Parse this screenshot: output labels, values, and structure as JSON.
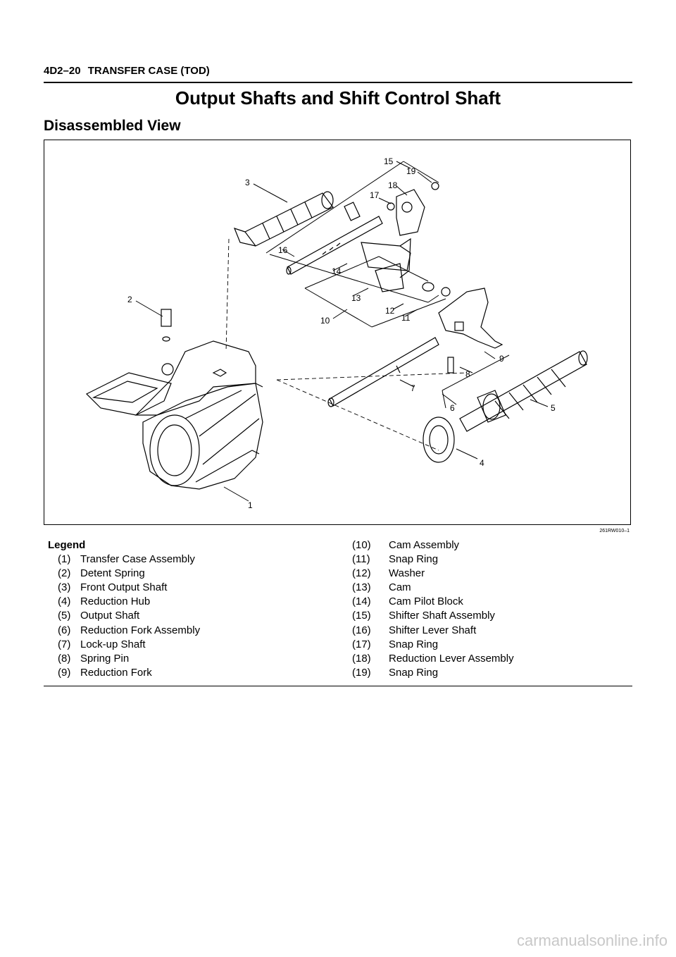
{
  "header": {
    "code": "4D2–20",
    "section": "TRANSFER CASE (TOD)"
  },
  "title": "Output Shafts and Shift Control Shaft",
  "subtitle": "Disassembled View",
  "figure": {
    "code": "261RW010–1",
    "callouts": [
      "1",
      "2",
      "3",
      "4",
      "5",
      "6",
      "7",
      "8",
      "9",
      "10",
      "11",
      "12",
      "13",
      "14",
      "15",
      "16",
      "17",
      "18",
      "19"
    ]
  },
  "legend": {
    "heading": "Legend",
    "left": [
      {
        "num": "(1)",
        "label": "Transfer Case Assembly"
      },
      {
        "num": "(2)",
        "label": "Detent Spring"
      },
      {
        "num": "(3)",
        "label": "Front Output Shaft"
      },
      {
        "num": "(4)",
        "label": "Reduction Hub"
      },
      {
        "num": "(5)",
        "label": "Output Shaft"
      },
      {
        "num": "(6)",
        "label": "Reduction Fork Assembly"
      },
      {
        "num": "(7)",
        "label": "Lock-up Shaft"
      },
      {
        "num": "(8)",
        "label": "Spring Pin"
      },
      {
        "num": "(9)",
        "label": "Reduction Fork"
      }
    ],
    "right": [
      {
        "num": "(10)",
        "label": "Cam Assembly"
      },
      {
        "num": "(11)",
        "label": "Snap Ring"
      },
      {
        "num": "(12)",
        "label": "Washer"
      },
      {
        "num": "(13)",
        "label": "Cam"
      },
      {
        "num": "(14)",
        "label": "Cam Pilot Block"
      },
      {
        "num": "(15)",
        "label": "Shifter Shaft Assembly"
      },
      {
        "num": "(16)",
        "label": "Shifter Lever Shaft"
      },
      {
        "num": "(17)",
        "label": "Snap Ring"
      },
      {
        "num": "(18)",
        "label": "Reduction Lever Assembly"
      },
      {
        "num": "(19)",
        "label": "Snap Ring"
      }
    ]
  },
  "watermark": "carmanualsonline.info"
}
